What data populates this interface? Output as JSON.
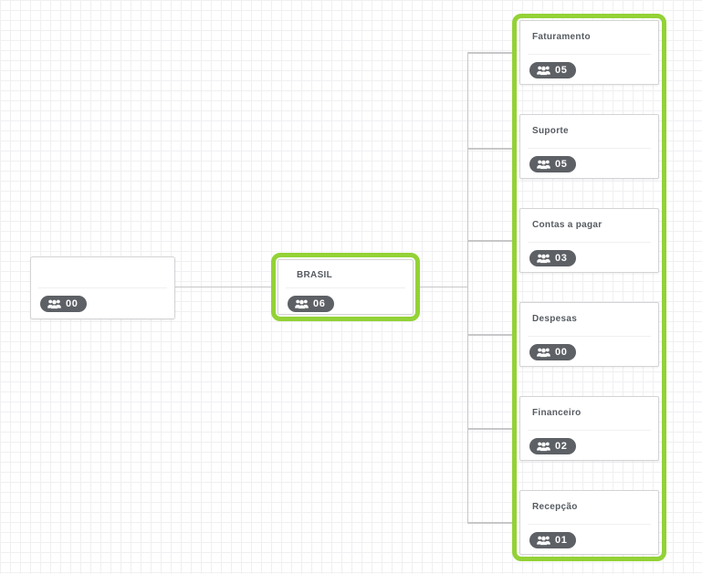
{
  "app": {
    "name": "organization chart canvas"
  },
  "colors": {
    "highlight_green": "#93d236",
    "badge_background": "#5d6065",
    "badge_text": "#ffffff",
    "node_border": "#d4d4d6",
    "connector": "#c7c7c9",
    "grid_line": "#f0f0f3",
    "title_text": "#565b61"
  },
  "nodes": {
    "root": {
      "title": "",
      "count": "00",
      "icon": "users-icon",
      "selected": false
    },
    "brasil": {
      "title": "BRASIL",
      "count": "06",
      "icon": "users-icon",
      "selected": true
    }
  },
  "departments": [
    {
      "title": "Faturamento",
      "count": "05",
      "icon": "users-icon"
    },
    {
      "title": "Suporte",
      "count": "05",
      "icon": "users-icon"
    },
    {
      "title": "Contas a pagar",
      "count": "03",
      "icon": "users-icon"
    },
    {
      "title": "Despesas",
      "count": "00",
      "icon": "users-icon"
    },
    {
      "title": "Financeiro",
      "count": "02",
      "icon": "users-icon"
    },
    {
      "title": "Recepção",
      "count": "01",
      "icon": "users-icon"
    }
  ]
}
